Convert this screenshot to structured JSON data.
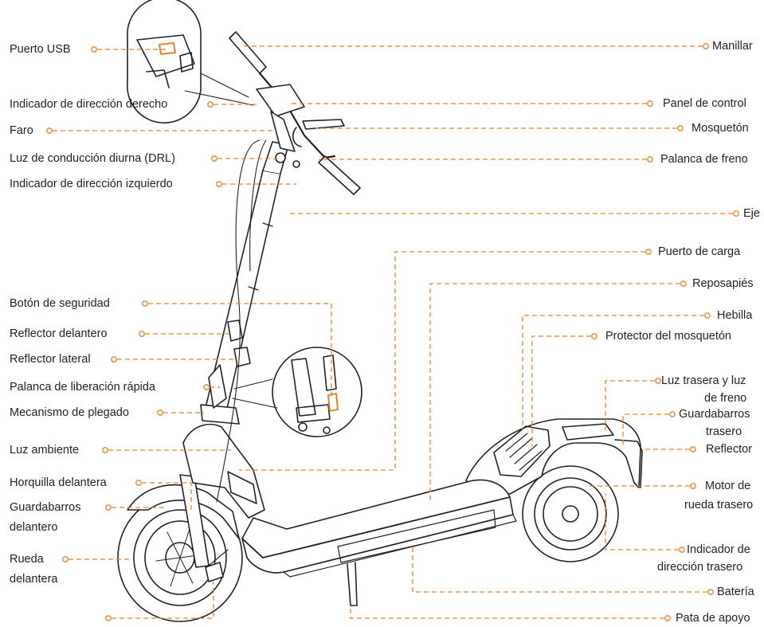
{
  "colors": {
    "accent": "#e8822a",
    "line": "#222222",
    "text": "#222222"
  },
  "labels": {
    "left": {
      "usb_port": "Puerto USB",
      "right_indicator": "Indicador de dirección derecho",
      "headlight": "Faro",
      "drl": "Luz de conducción diurna (DRL)",
      "left_indicator": "Indicador de dirección izquierdo",
      "safety_button": "Botón de seguridad",
      "front_reflector": "Reflector delantero",
      "side_reflector": "Reflector lateral",
      "quick_release": "Palanca de liberación rápida",
      "folding": "Mecanismo de plegado",
      "ambient_light": "Luz ambiente",
      "front_fork": "Horquilla delantera",
      "front_fender_1": "Guardabarros",
      "front_fender_2": "delantero",
      "front_wheel_1": "Rueda",
      "front_wheel_2": "delantera"
    },
    "right": {
      "handlebar": "Manillar",
      "control_panel": "Panel de control",
      "carabiner": "Mosquetón",
      "brake_lever": "Palanca de freno",
      "stem": "Eje",
      "charging_port": "Puerto de carga",
      "footrest": "Reposapiés",
      "buckle": "Hebilla",
      "carabiner_guard": "Protector del mosquetón",
      "tail_light_1": "Luz trasera y luz",
      "tail_light_2": "de freno",
      "rear_fender_1": "Guardabarros",
      "rear_fender_2": "trasero",
      "reflector": "Reflector",
      "rear_motor_1": "Motor de",
      "rear_motor_2": "rueda trasero",
      "rear_indicator_1": "Indicador de",
      "rear_indicator_2": "dirección trasero",
      "battery": "Batería",
      "kickstand": "Pata de apoyo"
    }
  }
}
